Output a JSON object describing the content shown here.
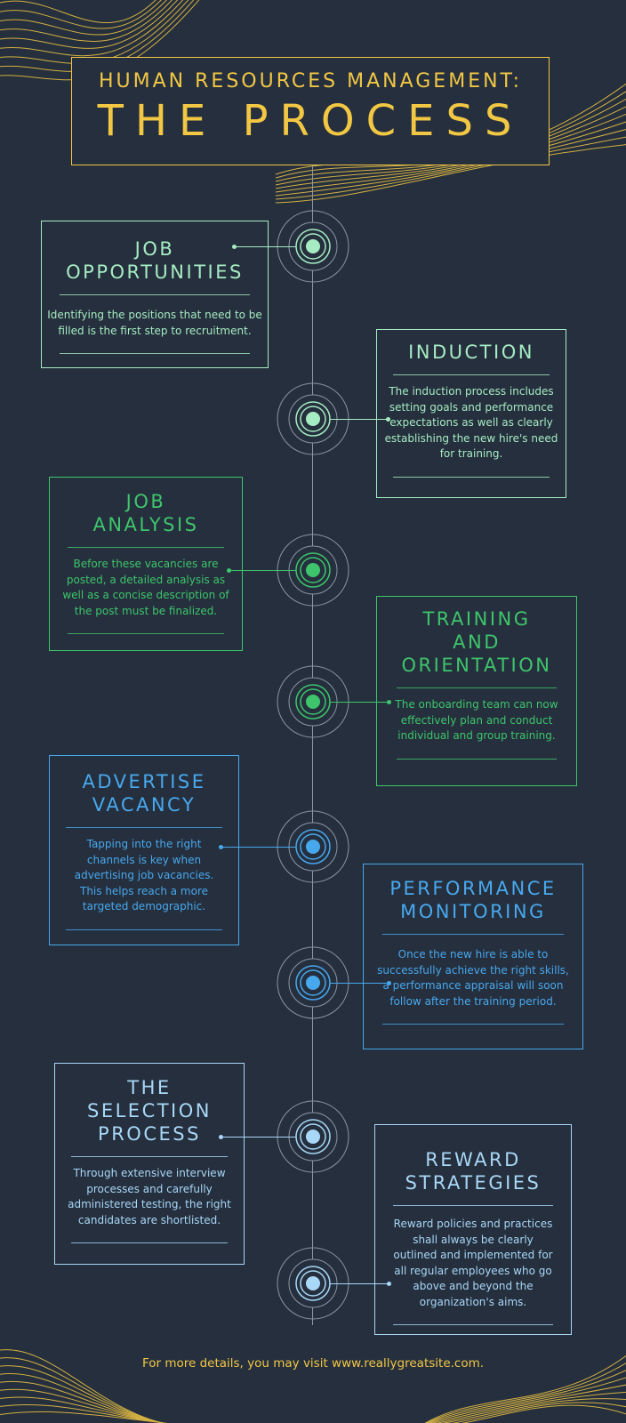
{
  "header": {
    "subtitle": "HUMAN RESOURCES MANAGEMENT:",
    "title": "THE PROCESS"
  },
  "colors": {
    "background": "#252f3d",
    "gold": "#f2c744",
    "mint": "#a6ecc3",
    "green": "#3ec56b",
    "blue": "#48a8ee",
    "lightblue": "#a8d7f7",
    "timeline": "#8b95a3"
  },
  "steps": [
    {
      "title": "JOB\nOPPORTUNITIES",
      "description": "Identifying the positions that need to be\nfilled is the first step to recruitment.",
      "color": "#a6ecc3",
      "icon": "target-node-icon"
    },
    {
      "title": "INDUCTION",
      "description": "The induction process includes\nsetting goals and performance\nexpectations as well as clearly\nestablishing the new hire's need\nfor training.",
      "color": "#a6ecc3",
      "icon": "target-node-icon"
    },
    {
      "title": "JOB\nANALYSIS",
      "description": "Before these vacancies are\nposted, a detailed analysis as\nwell as a concise description of\nthe post must be finalized.",
      "color": "#3ec56b",
      "icon": "target-node-icon"
    },
    {
      "title": "TRAINING\nAND\nORIENTATION",
      "description": "The onboarding team can now\neffectively plan and conduct\nindividual and group training.",
      "color": "#3ec56b",
      "icon": "target-node-icon"
    },
    {
      "title": "ADVERTISE\nVACANCY",
      "description": "Tapping into the right\nchannels is key when\nadvertising job vacancies.\nThis helps reach a more\ntargeted demographic.",
      "color": "#48a8ee",
      "icon": "target-node-icon"
    },
    {
      "title": "PERFORMANCE\nMONITORING",
      "description": "Once the new hire is able to\nsuccessfully achieve the right skills,\na performance appraisal will soon\nfollow after the training period.",
      "color": "#48a8ee",
      "icon": "target-node-icon"
    },
    {
      "title": "THE\nSELECTION\nPROCESS",
      "description": "Through extensive interview\nprocesses and carefully\nadministered testing, the right\ncandidates are shortlisted.",
      "color": "#a8d7f7",
      "icon": "target-node-icon"
    },
    {
      "title": "REWARD\nSTRATEGIES",
      "description": "Reward policies and practices\nshall always be clearly\noutlined and implemented for\nall regular employees who go\nabove and beyond the\norganization's aims.",
      "color": "#a8d7f7",
      "icon": "target-node-icon"
    }
  ],
  "footer": {
    "text": "For more details, you may visit www.reallygreatsite.com."
  }
}
